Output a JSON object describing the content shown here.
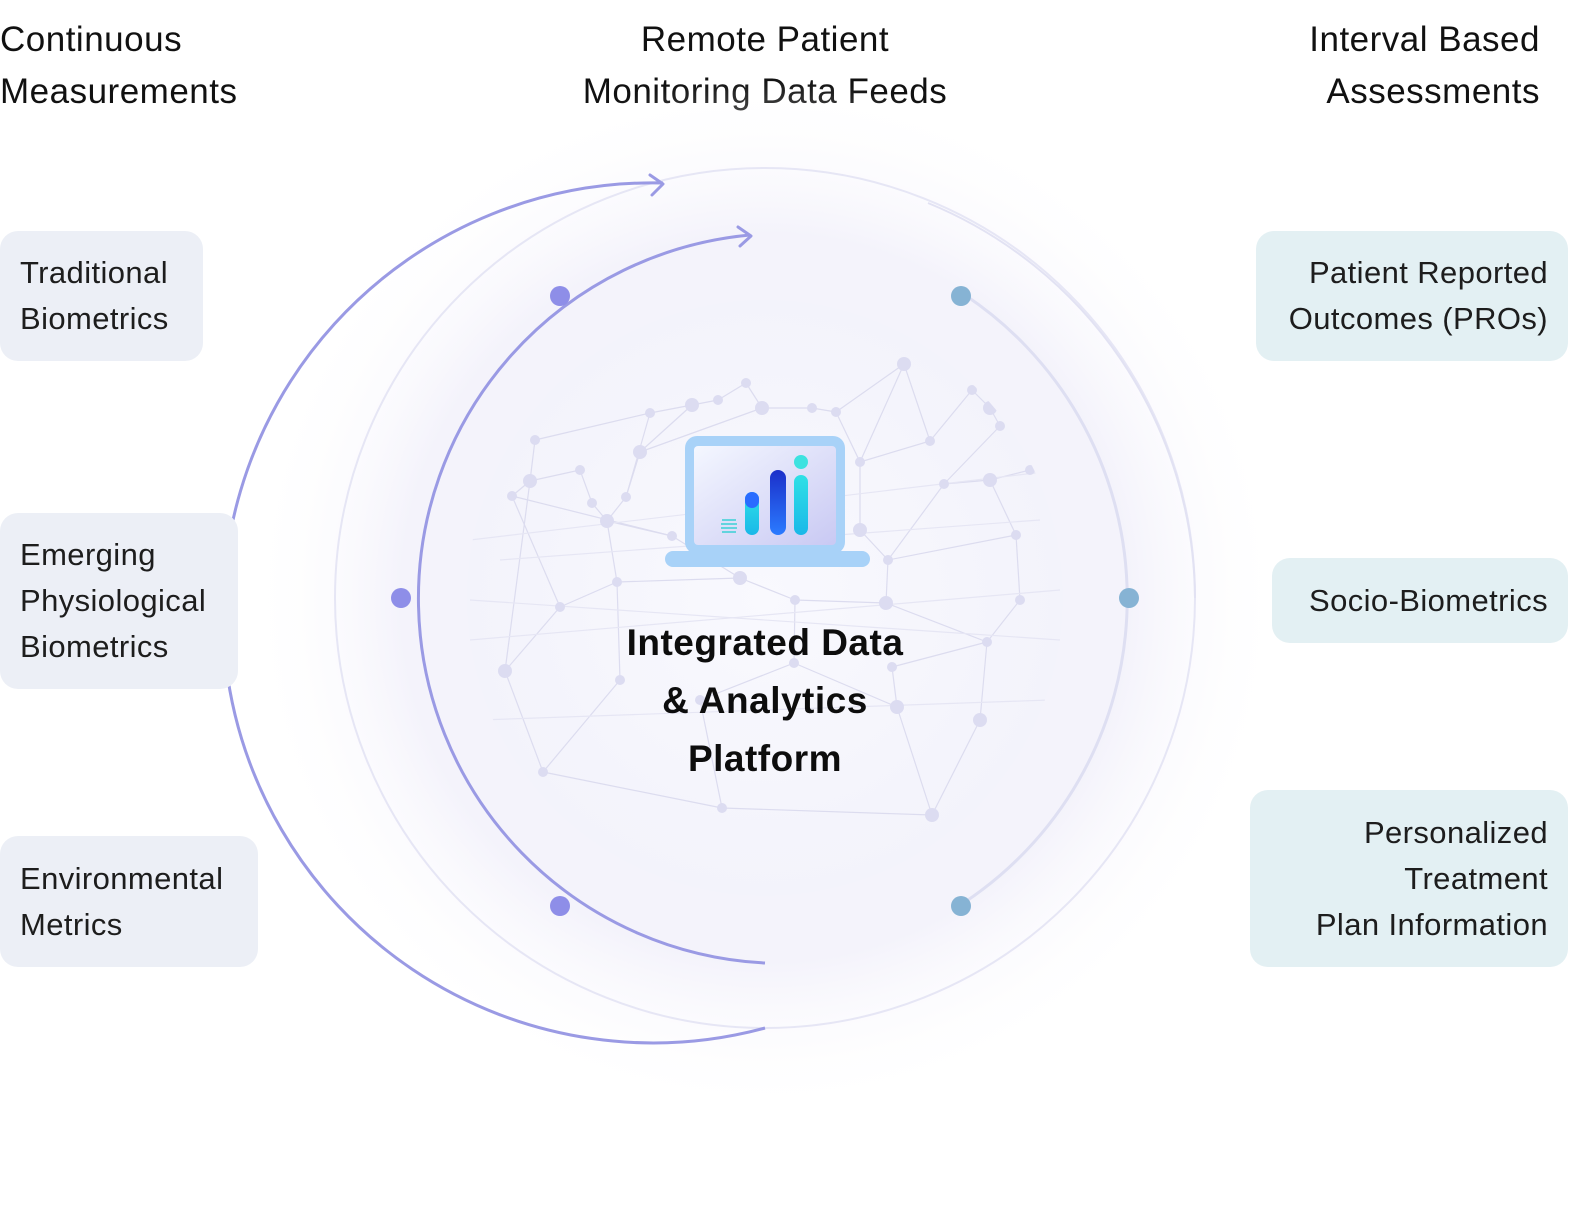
{
  "headings": {
    "left": [
      "Continuous",
      "Measurements"
    ],
    "center": [
      "Remote Patient",
      "Monitoring Data Feeds"
    ],
    "right": [
      "Interval Based",
      "Assessments"
    ]
  },
  "left_items": [
    {
      "lines": [
        "Traditional",
        "Biometrics"
      ]
    },
    {
      "lines": [
        "Emerging",
        "Physiological",
        "Biometrics"
      ]
    },
    {
      "lines": [
        "Environmental",
        "Metrics"
      ]
    }
  ],
  "right_items": [
    {
      "lines": [
        "Patient Reported",
        "Outcomes (PROs)"
      ]
    },
    {
      "lines": [
        "Socio-Biometrics"
      ]
    },
    {
      "lines": [
        "Personalized",
        "Treatment",
        "Plan Information"
      ]
    }
  ],
  "center": {
    "title_lines": [
      "Integrated Data",
      "& Analytics",
      "Platform"
    ],
    "icon": "laptop-bar-chart-icon"
  },
  "colors": {
    "left_accent": "#8e8ee8",
    "right_accent": "#86b3d4",
    "left_box_bg": "#eceff6",
    "right_box_bg": "#e3f0f3"
  }
}
